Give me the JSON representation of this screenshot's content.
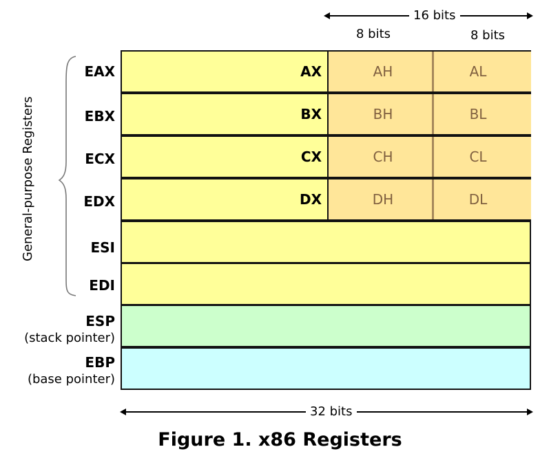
{
  "header": {
    "bits16_label": "16 bits",
    "bits8_left_label": "8 bits",
    "bits8_right_label": "8 bits"
  },
  "group_label": "General-purpose Registers",
  "registers": [
    {
      "name": "EAX",
      "sub16": "AX",
      "high": "AH",
      "low": "AL"
    },
    {
      "name": "EBX",
      "sub16": "BX",
      "high": "BH",
      "low": "BL"
    },
    {
      "name": "ECX",
      "sub16": "CX",
      "high": "CH",
      "low": "CL"
    },
    {
      "name": "EDX",
      "sub16": "DX",
      "high": "DH",
      "low": "DL"
    },
    {
      "name": "ESI"
    },
    {
      "name": "EDI"
    },
    {
      "name": "ESP",
      "desc": "(stack pointer)"
    },
    {
      "name": "EBP",
      "desc": "(base pointer)"
    }
  ],
  "footer": {
    "bits32_label": "32 bits"
  },
  "caption": "Figure 1. x86 Registers",
  "colors": {
    "general": "#ffff99",
    "sub16": "#ffe699",
    "stack": "#ccffcc",
    "base": "#ccffff"
  }
}
